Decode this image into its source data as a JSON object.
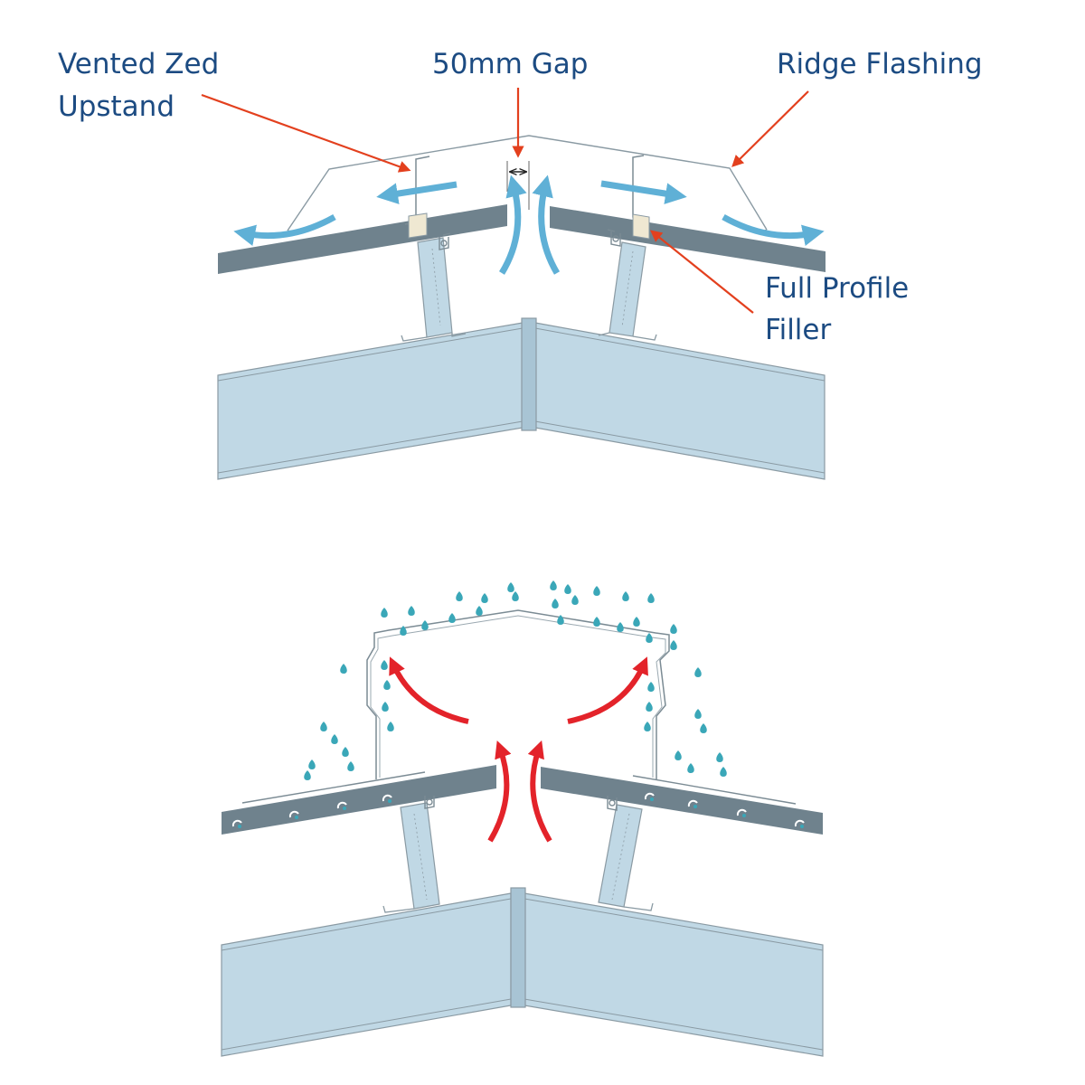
{
  "labels": {
    "vented_zed_line1": "Vented Zed",
    "vented_zed_line2": "Upstand",
    "gap": "50mm Gap",
    "ridge_flashing": "Ridge Flashing",
    "filler_line1": "Full Profile",
    "filler_line2": "Filler"
  },
  "colors": {
    "label_text": "#1c4b82",
    "callout_arrow": "#e3401e",
    "airflow_arrow": "#5fb0d6",
    "warm_air_arrow": "#e3232a",
    "roof_sheet": "#6f828d",
    "steel_member": "#c0d8e5",
    "outline": "#8a9aa3",
    "water_drop": "#3aa7b8"
  },
  "icons": {
    "water_droplet": "water-drop-icon"
  }
}
